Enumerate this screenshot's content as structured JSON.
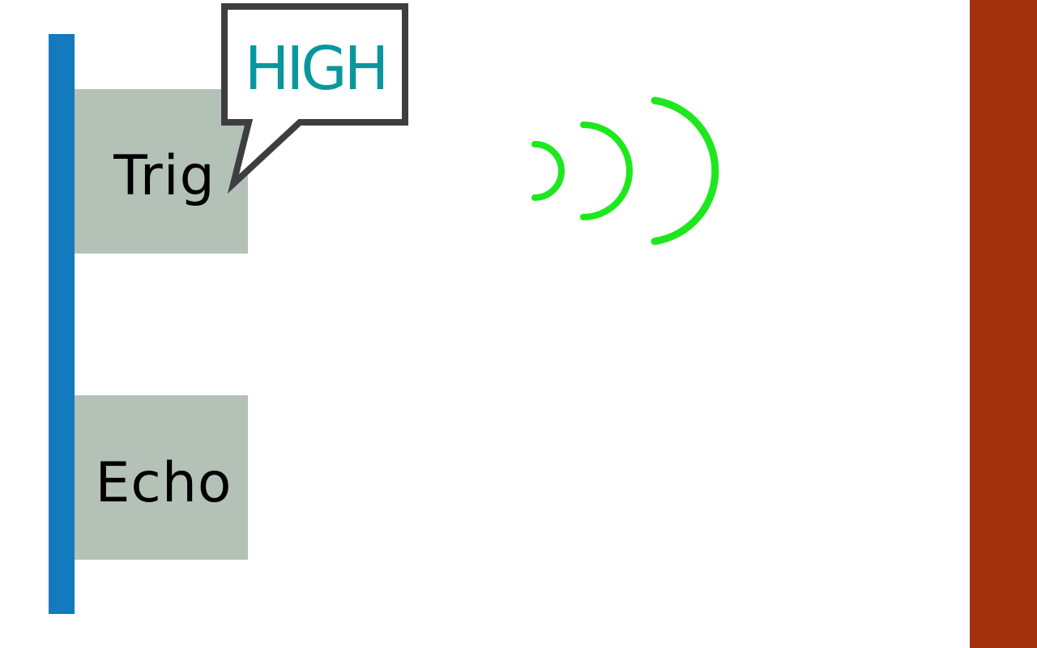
{
  "diagram": {
    "pins": {
      "trig_label": "Trig",
      "echo_label": "Echo"
    },
    "callout": {
      "text": "HIGH"
    },
    "colors": {
      "sensor_bar": "#137abd",
      "pin_fill": "#b3c1b7",
      "wall": "#a3310e",
      "callout_border": "#3e3e42",
      "callout_text": "#0a979c",
      "wave": "#1de81d"
    },
    "icons": {
      "sound_waves": "sound-wave-icon"
    }
  }
}
